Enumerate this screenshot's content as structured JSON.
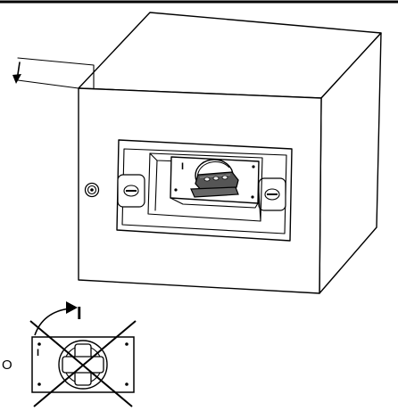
{
  "labels": {
    "cabinet_on": "I",
    "arrow_on": "I",
    "off_mark": "O",
    "small_on": "I"
  },
  "icons": {
    "door_lock": "keyhole-icon",
    "handle": "rotary-handle-icon",
    "forbidden": "cross-out-icon",
    "opening": "curved-arrow-icon"
  },
  "colors": {
    "line": "#000000",
    "background": "#ffffff",
    "handle_fill": "#5a5a5a"
  }
}
